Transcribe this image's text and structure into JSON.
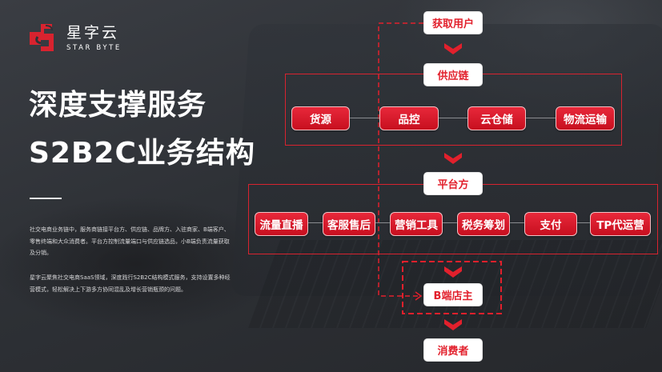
{
  "brand": {
    "name_cn": "星字云",
    "name_en": "STAR BYTE",
    "accent_color": "#d8232f"
  },
  "hero": {
    "title_line1": "深度支撑服务",
    "title_line2": "S2B2C业务结构",
    "paragraph1": "社交电商业务链中，服务商链接平台方、供应链、品牌方、入驻商家、B端客户、零售终端和大众消费者。平台方控制流量端口与供应链选品，小B端负责流量获取及分销。",
    "paragraph2": "星字云聚焦社交电商SaaS领域，深度践行S2B2C结构模式服务，支持设置多种经营模式，轻松解决上下游多方协同混乱及增长营销瓶颈的问题。"
  },
  "diagram": {
    "nodes": {
      "acquire_users": "获取用户",
      "supply_chain": "供应链",
      "platform": "平台方",
      "b_store_owner": "B端店主",
      "consumer": "消费者"
    },
    "supply_chain_items": [
      "货源",
      "品控",
      "云仓储",
      "物流运输"
    ],
    "platform_items": [
      "流量直播",
      "客服售后",
      "营销工具",
      "税务筹划",
      "支付",
      "TP代运营"
    ]
  }
}
